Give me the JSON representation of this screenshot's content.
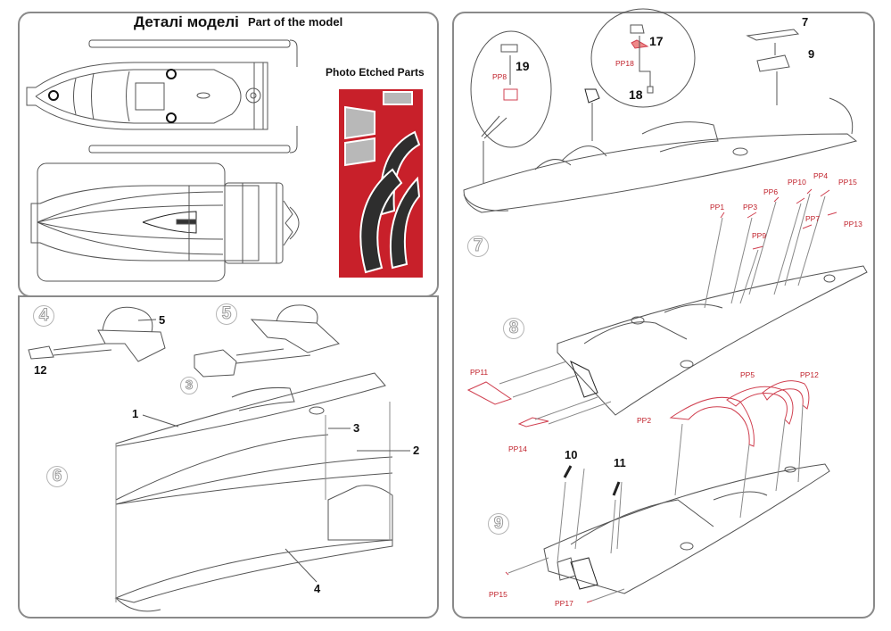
{
  "header": {
    "title_uk": "Деталі моделі",
    "title_en": "Part of the model",
    "photo_etched_title": "Photo Etched Parts"
  },
  "colors": {
    "border": "#8a8a8a",
    "line": "#444444",
    "pe_red": "#c8202a",
    "pe_part": "#2e2e2e",
    "pe_grey": "#b8b8b8",
    "step_circle": "#b5b5b5"
  },
  "steps": [
    {
      "number": "4",
      "parts": [
        "5",
        "12"
      ]
    },
    {
      "number": "5",
      "parts": [
        "3"
      ]
    },
    {
      "number": "6",
      "parts": [
        "1",
        "2",
        "3",
        "4"
      ]
    },
    {
      "number": "7",
      "parts": [
        "7",
        "9",
        "17",
        "18",
        "19"
      ],
      "pe_parts": [
        "PP8",
        "PP18"
      ]
    },
    {
      "number": "8",
      "parts": [],
      "pe_parts": [
        "PP1",
        "PP3",
        "PP6",
        "PP10",
        "PP4",
        "PP15",
        "PP7",
        "PP13",
        "PP9",
        "PP11",
        "PP14"
      ]
    },
    {
      "number": "9",
      "parts": [
        "10",
        "11"
      ],
      "pe_parts": [
        "PP2",
        "PP5",
        "PP12",
        "PP15",
        "PP17"
      ]
    }
  ],
  "callouts": {
    "step4": {
      "part5": "5",
      "part12": "12"
    },
    "step5": {
      "part3_circled": "3"
    },
    "step6": {
      "part1": "1",
      "part3": "3",
      "part2": "2",
      "part4": "4"
    },
    "step7": {
      "part19": "19",
      "pp8": "PP8",
      "part17": "17",
      "pp18": "PP18",
      "part18": "18",
      "part7": "7",
      "part9": "9"
    },
    "step8": {
      "pp1": "PP1",
      "pp3": "PP3",
      "pp6": "PP6",
      "pp10": "PP10",
      "pp4": "PP4",
      "pp15": "PP15",
      "pp7": "PP7",
      "pp13": "PP13",
      "pp9": "PP9",
      "pp11": "PP11",
      "pp14": "PP14"
    },
    "step9": {
      "pp5": "PP5",
      "pp12": "PP12",
      "pp2": "PP2",
      "part10": "10",
      "part11": "11",
      "pp15": "PP15",
      "pp17": "PP17"
    }
  }
}
